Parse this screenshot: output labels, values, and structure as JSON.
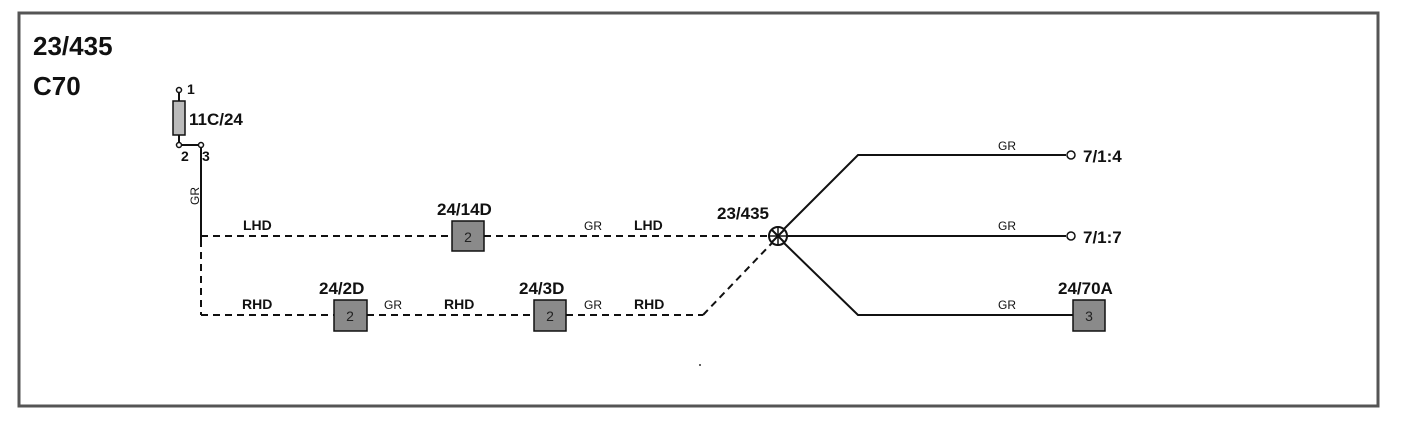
{
  "header": {
    "title": "23/435",
    "model": "C70"
  },
  "fuse": {
    "id": "11C/24",
    "pin_top": "1",
    "pin_out_left": "2",
    "pin_out_right": "3"
  },
  "wire_color": "GR",
  "variants": {
    "lhd": "LHD",
    "rhd": "RHD"
  },
  "connectors": {
    "c24_14d": {
      "id": "24/14D",
      "pin": "2"
    },
    "c24_2d": {
      "id": "24/2D",
      "pin": "2"
    },
    "c24_3d": {
      "id": "24/3D",
      "pin": "2"
    },
    "c24_70a": {
      "id": "24/70A",
      "pin": "3"
    }
  },
  "splice": {
    "id": "23/435"
  },
  "terminals": {
    "t1": "7/1:4",
    "t2": "7/1:7"
  }
}
